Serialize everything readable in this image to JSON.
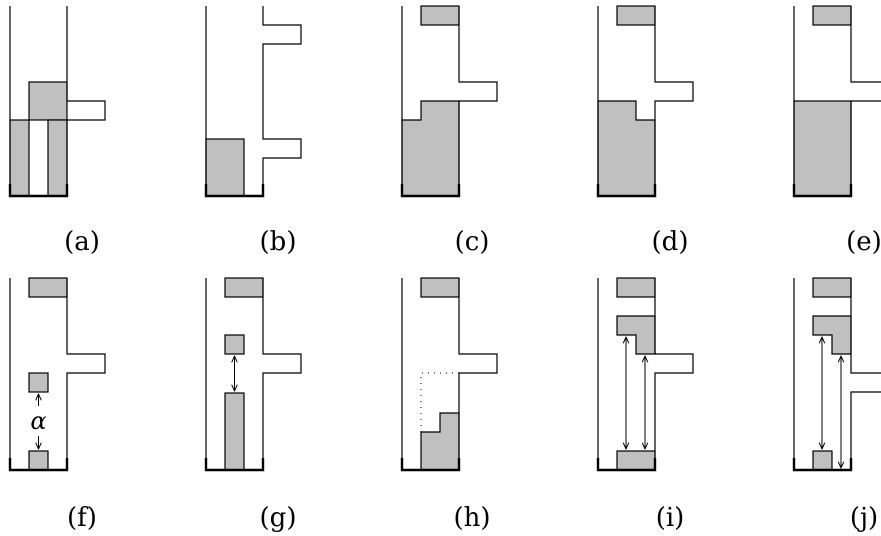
{
  "figure": {
    "panels": [
      {
        "id": "a",
        "label": "(a)"
      },
      {
        "id": "b",
        "label": "(b)"
      },
      {
        "id": "c",
        "label": "(c)"
      },
      {
        "id": "d",
        "label": "(d)"
      },
      {
        "id": "e",
        "label": "(e)"
      },
      {
        "id": "f",
        "label": "(f)",
        "annotation": "α"
      },
      {
        "id": "g",
        "label": "(g)"
      },
      {
        "id": "h",
        "label": "(h)"
      },
      {
        "id": "i",
        "label": "(i)"
      },
      {
        "id": "j",
        "label": "(j)"
      }
    ],
    "colors": {
      "block": "#c0c0c0",
      "line": "#000000",
      "background": "#ffffff"
    }
  }
}
